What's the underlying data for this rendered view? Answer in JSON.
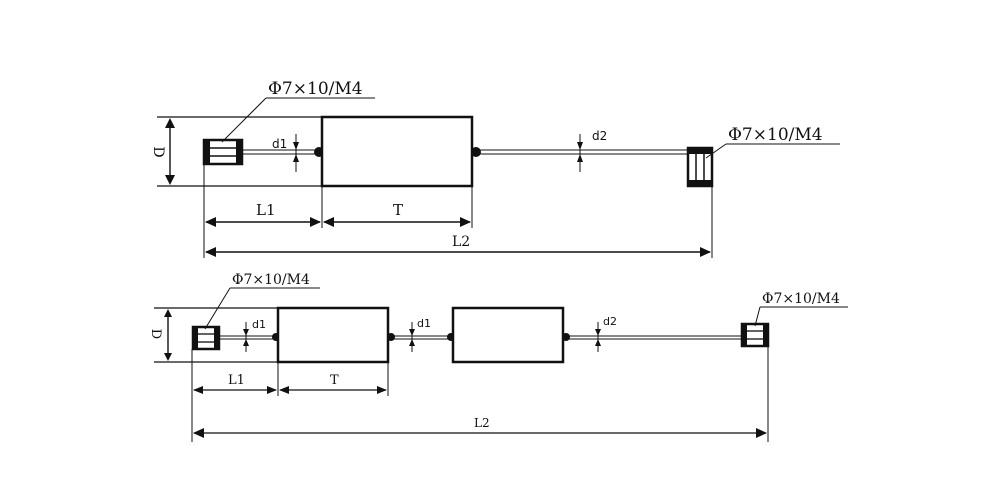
{
  "figure_1": {
    "thread_label_left": "Φ7×10/M4",
    "thread_label_right": "Φ7×10/M4",
    "dim_D": "D",
    "dim_d_left": "d1",
    "dim_d_right": "d2",
    "dim_L1": "L1",
    "dim_T": "T",
    "dim_L2": "L2"
  },
  "figure_2": {
    "thread_label_left": "Φ7×10/M4",
    "thread_label_right": "Φ7×10/M4",
    "dim_D": "D",
    "dim_d_left": "d1",
    "dim_d_mid": "d1",
    "dim_d_right": "d2",
    "dim_L1": "L1",
    "dim_T": "T",
    "dim_L2": "L2"
  }
}
